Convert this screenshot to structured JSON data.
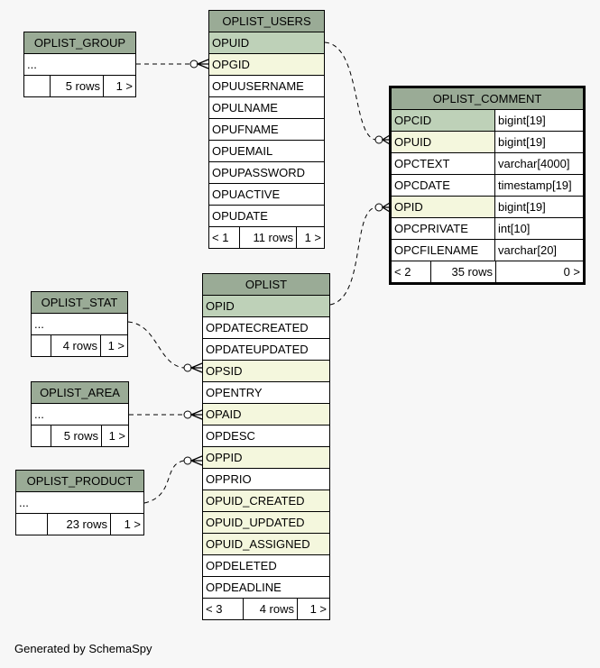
{
  "tables": [
    {
      "id": "t-group",
      "name": "OPLIST_GROUP",
      "rows": [
        {
          "name": "...",
          "key": ""
        }
      ],
      "footer": [
        "",
        "5 rows",
        "1 >"
      ],
      "fw": [
        28,
        59,
        36
      ]
    },
    {
      "id": "t-users",
      "name": "OPLIST_USERS",
      "rows": [
        {
          "name": "OPUID",
          "key": "pk"
        },
        {
          "name": "OPGID",
          "key": "fk"
        },
        {
          "name": "OPUUSERNAME",
          "key": ""
        },
        {
          "name": "OPULNAME",
          "key": ""
        },
        {
          "name": "OPUFNAME",
          "key": ""
        },
        {
          "name": "OPUEMAIL",
          "key": ""
        },
        {
          "name": "OPUPASSWORD",
          "key": ""
        },
        {
          "name": "OPUACTIVE",
          "key": ""
        },
        {
          "name": "OPUDATE",
          "key": ""
        }
      ],
      "footer": [
        "< 1",
        "11 rows",
        "1 >"
      ],
      "fw": [
        33,
        63,
        31
      ]
    },
    {
      "id": "t-comment",
      "name": "OPLIST_COMMENT",
      "focus": true,
      "rows": [
        {
          "name": "OPCID",
          "type": "bigint[19]",
          "key": "pk"
        },
        {
          "name": "OPUID",
          "type": "bigint[19]",
          "key": "fk"
        },
        {
          "name": "OPCTEXT",
          "type": "varchar[4000]",
          "key": ""
        },
        {
          "name": "OPCDATE",
          "type": "timestamp[19]",
          "key": ""
        },
        {
          "name": "OPID",
          "type": "bigint[19]",
          "key": "fk"
        },
        {
          "name": "OPCPRIVATE",
          "type": "int[10]",
          "key": ""
        },
        {
          "name": "OPCFILENAME",
          "type": "varchar[20]",
          "key": ""
        }
      ],
      "footer": [
        "< 2",
        "35 rows",
        "0 >"
      ],
      "fw": [
        43,
        72,
        97
      ]
    },
    {
      "id": "t-oplist",
      "name": "OPLIST",
      "rows": [
        {
          "name": "OPID",
          "key": "pk"
        },
        {
          "name": "OPDATECREATED",
          "key": ""
        },
        {
          "name": "OPDATEUPDATED",
          "key": ""
        },
        {
          "name": "OPSID",
          "key": "fk"
        },
        {
          "name": "OPENTRY",
          "key": ""
        },
        {
          "name": "OPAID",
          "key": "fk"
        },
        {
          "name": "OPDESC",
          "key": ""
        },
        {
          "name": "OPPID",
          "key": "fk"
        },
        {
          "name": "OPPRIO",
          "key": ""
        },
        {
          "name": "OPUID_CREATED",
          "key": "fk"
        },
        {
          "name": "OPUID_UPDATED",
          "key": "fk"
        },
        {
          "name": "OPUID_ASSIGNED",
          "key": "fk"
        },
        {
          "name": "OPDELETED",
          "key": ""
        },
        {
          "name": "OPDEADLINE",
          "key": ""
        }
      ],
      "footer": [
        "< 3",
        "4 rows",
        "1 >"
      ],
      "fw": [
        44,
        60,
        36
      ]
    },
    {
      "id": "t-stat",
      "name": "OPLIST_STAT",
      "rows": [
        {
          "name": "...",
          "key": ""
        }
      ],
      "footer": [
        "",
        "4 rows",
        "1 >"
      ],
      "fw": [
        21,
        55,
        30
      ]
    },
    {
      "id": "t-area",
      "name": "OPLIST_AREA",
      "rows": [
        {
          "name": "...",
          "key": ""
        }
      ],
      "footer": [
        "",
        "5 rows",
        "1 >"
      ],
      "fw": [
        21,
        56,
        30
      ]
    },
    {
      "id": "t-product",
      "name": "OPLIST_PRODUCT",
      "rows": [
        {
          "name": "...",
          "key": ""
        }
      ],
      "footer": [
        "",
        "23 rows",
        "1 >"
      ],
      "fw": [
        34,
        70,
        37
      ]
    }
  ],
  "footer_text": "Generated by SchemaSpy",
  "colors": {
    "header": "#9aab96",
    "primary_key": "#bed1b8",
    "foreign_key": "#f4f7dd",
    "background": "#f7f7f7"
  }
}
